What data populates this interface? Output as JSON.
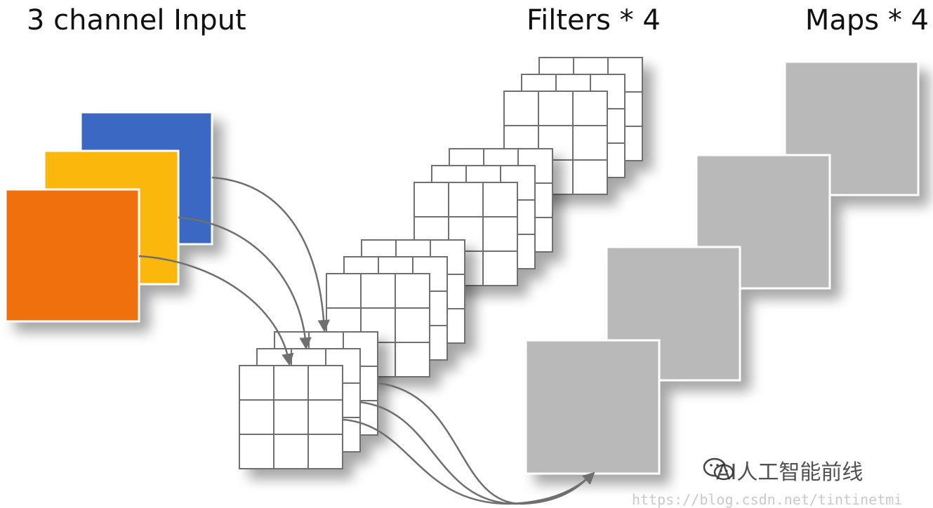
{
  "titles": {
    "input": "3 channel Input",
    "filters": "Filters * 4",
    "maps": "Maps * 4"
  },
  "colors": {
    "channel_back": "#3a67c2",
    "channel_middle": "#fcb70a",
    "channel_front": "#f07010",
    "map_fill": "#b9b9b9",
    "grid_line": "#6f6f6f",
    "arrow": "#6f6f6f"
  },
  "watermark": {
    "brand": "AI人工智能前线",
    "url": "https://blog.csdn.net/tintinetmi",
    "icon": "wechat-icon"
  }
}
